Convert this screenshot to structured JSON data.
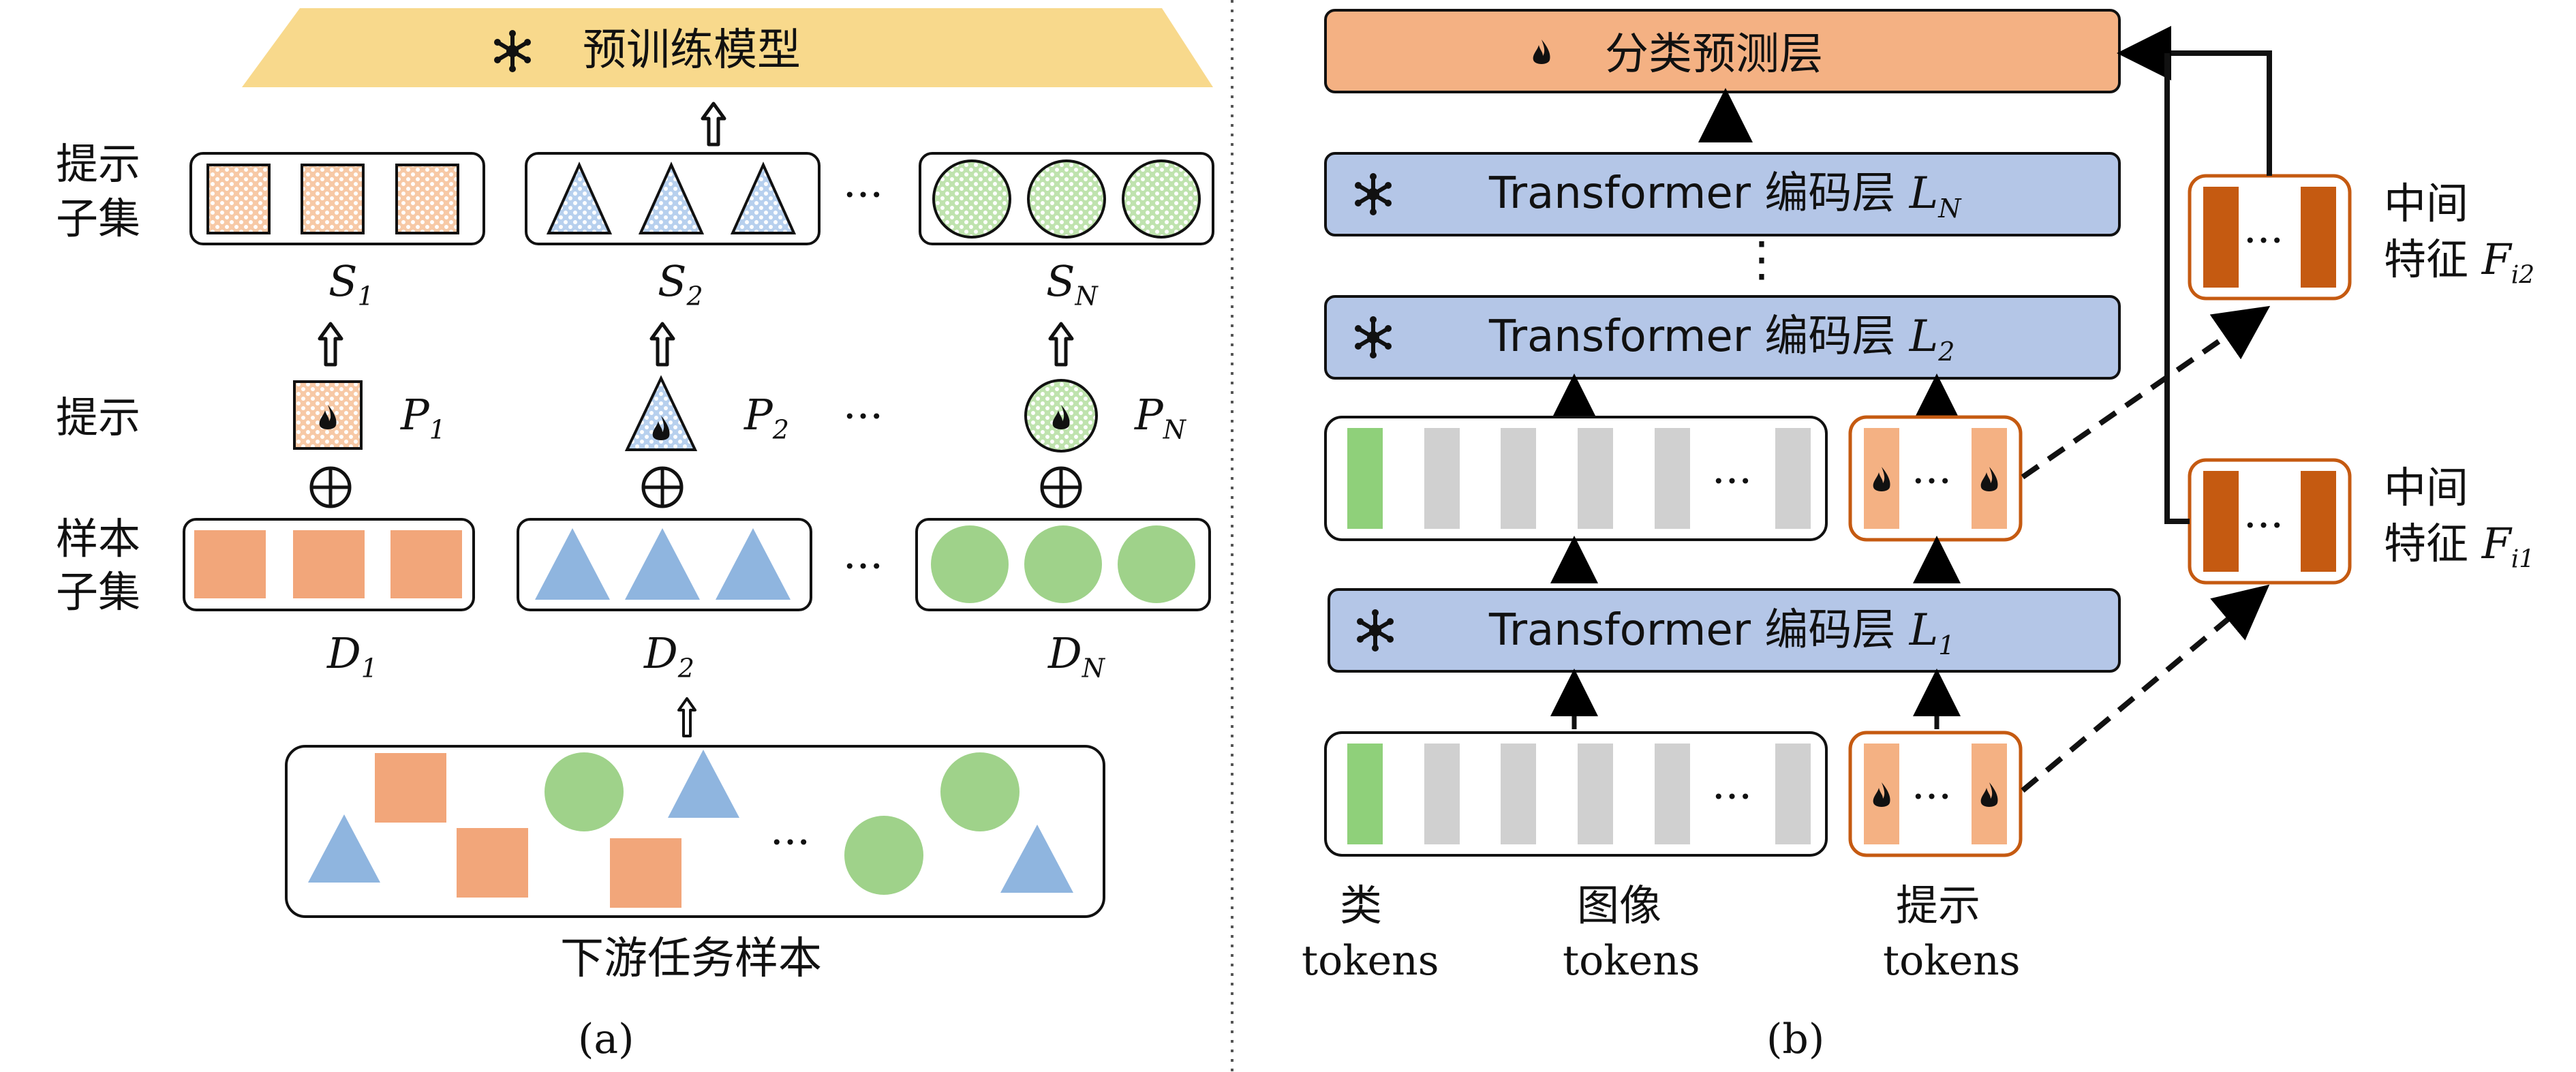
{
  "panel_a": {
    "caption": "(a)",
    "pretrained_model": "预训练模型",
    "prompt_subset_label": [
      "提示",
      "子集"
    ],
    "prompt_label": "提示",
    "sample_subset_label": [
      "样本",
      "子集"
    ],
    "downstream_samples": "下游任务样本",
    "subsets": [
      {
        "s": "S",
        "s_sub": "1",
        "p": "P",
        "p_sub": "1",
        "d": "D",
        "d_sub": "1"
      },
      {
        "s": "S",
        "s_sub": "2",
        "p": "P",
        "p_sub": "2",
        "d": "D",
        "d_sub": "2"
      },
      {
        "s": "S",
        "s_sub": "N",
        "p": "P",
        "p_sub": "N",
        "d": "D",
        "d_sub": "N"
      }
    ],
    "ellipsis": "···"
  },
  "panel_b": {
    "caption": "(b)",
    "classifier": "分类预测层",
    "encoder_prefix": "Transformer 编码层",
    "layers": [
      {
        "l": "L",
        "sub": "N"
      },
      {
        "l": "L",
        "sub": "2"
      },
      {
        "l": "L",
        "sub": "1"
      }
    ],
    "feature_label": [
      "中间",
      "特征"
    ],
    "features": [
      {
        "f": "F",
        "sub": "i2"
      },
      {
        "f": "F",
        "sub": "i1"
      }
    ],
    "token_labels": [
      {
        "cn": "类",
        "en": "tokens"
      },
      {
        "cn": "图像",
        "en": "tokens"
      },
      {
        "cn": "提示",
        "en": "tokens"
      }
    ],
    "ellipsis": "···",
    "vdots": "⋮"
  },
  "colors": {
    "orange": "#f2a67a",
    "blue": "#8fb5df",
    "green": "#9fd28a",
    "yellow": "#f8d98c",
    "layer_fill": "#b4c6e7",
    "classifier_fill": "#f4b183",
    "dark_orange": "#c55a11",
    "gray": "#d0d0d0",
    "token_green": "#8fd07a"
  }
}
